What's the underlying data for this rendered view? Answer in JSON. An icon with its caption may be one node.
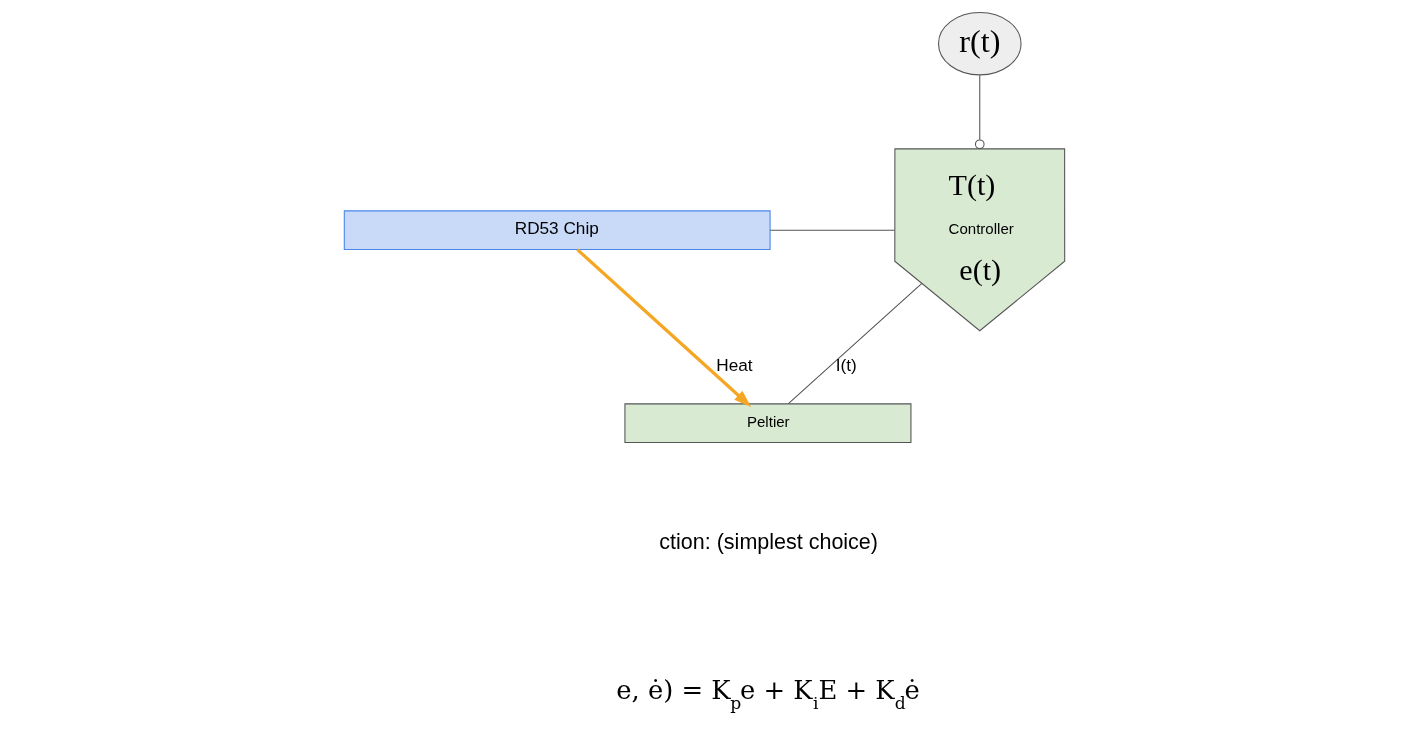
{
  "diagram": {
    "nodes": [
      {
        "text": [
          "r(t)"
        ]
      },
      {
        "text": [
          "RD53 Chip"
        ]
      },
      {
        "text": [
          "T(t)",
          "Controller",
          "e(t)"
        ]
      },
      {
        "text": [
          "Peltier"
        ]
      }
    ],
    "edges": [
      {
        "from": 0,
        "to": 2,
        "arrow": "other"
      },
      {
        "from": 1,
        "to": 2,
        "arrow": "none"
      },
      {
        "from": 1,
        "to": 3,
        "arrow": "to",
        "label": "Heat",
        "style": "thick",
        "color": "#f5a623"
      },
      {
        "from": 3,
        "to": 2,
        "arrow": "none",
        "label": "I(t)"
      }
    ],
    "labels": [
      "ction: (simplest choice)",
      "e, ė) = K$_{p}$e + K$_{i}$E + K$_{d}$ė"
    ]
  }
}
